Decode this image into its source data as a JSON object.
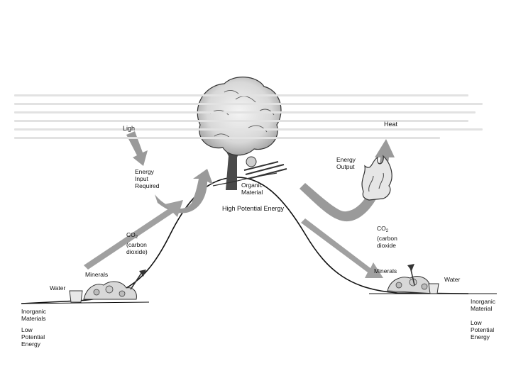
{
  "labels": {
    "light": "Ligh",
    "energy_input": [
      "Energy",
      "Input",
      "Required"
    ],
    "co2_left": "CO",
    "co2_left_sub": "2",
    "co2_left_desc": [
      "(carbon",
      "dioxide)"
    ],
    "minerals_left": "Minerals",
    "water_left": "Water",
    "inorganic_left": [
      "Inorganic",
      "Materials"
    ],
    "low_energy_left": [
      "Low",
      "Potential",
      "Energy"
    ],
    "organic_material": [
      "Organic",
      "Material"
    ],
    "high_energy": "High Potential Energy",
    "heat": "Heat",
    "energy_output": [
      "Energy",
      "Output"
    ],
    "co2_right": "CO",
    "co2_right_sub": "2",
    "co2_right_desc": [
      "(carbon",
      "dioxide"
    ],
    "minerals_right": "Minerals",
    "water_right": "Water",
    "inorganic_right": [
      "Inorganic",
      "Material"
    ],
    "low_energy_right": [
      "Low",
      "Potential",
      "Energy"
    ]
  },
  "colors": {
    "arrow": "#9a9a9a",
    "ink": "#111111",
    "ground_shade": "#bdbdbd"
  },
  "icons": [
    "tree-icon",
    "flame-icon",
    "shovel-icon",
    "bucket-icon",
    "rocks-icon",
    "firewood-icon"
  ]
}
